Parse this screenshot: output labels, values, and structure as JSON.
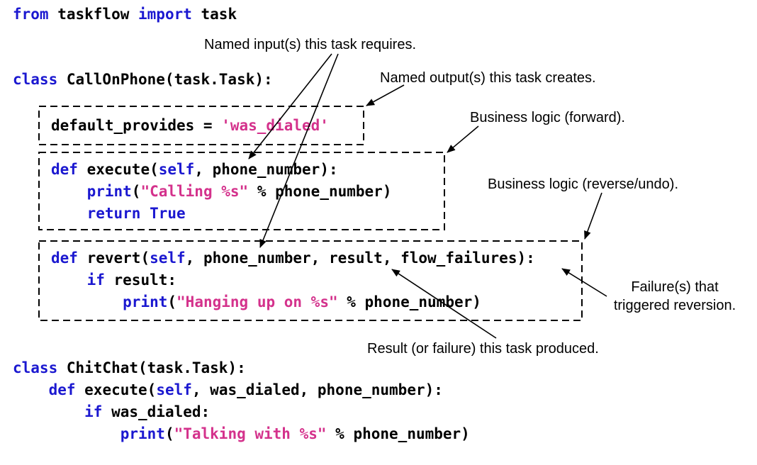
{
  "title": "Annotated taskflow task example",
  "colors": {
    "keyword": "#1b18d0",
    "string": "#d4328c",
    "text": "#000000",
    "arrow": "#000000"
  },
  "annotations": {
    "named_inputs": "Named input(s) this task requires.",
    "named_outputs": "Named output(s) this task creates.",
    "business_forward": "Business logic (forward).",
    "business_reverse": "Business logic (reverse/undo).",
    "failures": "Failure(s) that triggered reversion.",
    "result": "Result (or failure) this task produced."
  },
  "code_lines": [
    [
      {
        "t": "from",
        "c": "kw"
      },
      {
        "t": " taskflow ",
        "c": "pl"
      },
      {
        "t": "import",
        "c": "kw"
      },
      {
        "t": " task",
        "c": "pl"
      }
    ],
    [
      {
        "t": "class",
        "c": "kw"
      },
      {
        "t": " CallOnPhone(task.Task):",
        "c": "pl"
      }
    ],
    [
      {
        "t": "default_provides = ",
        "c": "pl"
      },
      {
        "t": "'was_dialed'",
        "c": "str"
      }
    ],
    [
      {
        "t": "def",
        "c": "kw"
      },
      {
        "t": " execute(",
        "c": "pl"
      },
      {
        "t": "self",
        "c": "kw"
      },
      {
        "t": ", phone_number):",
        "c": "pl"
      }
    ],
    [
      {
        "t": "    ",
        "c": "pl"
      },
      {
        "t": "print",
        "c": "kw"
      },
      {
        "t": "(",
        "c": "pl"
      },
      {
        "t": "\"Calling %s\"",
        "c": "str"
      },
      {
        "t": " % phone_number)",
        "c": "pl"
      }
    ],
    [
      {
        "t": "    ",
        "c": "pl"
      },
      {
        "t": "return",
        "c": "kw"
      },
      {
        "t": " ",
        "c": "pl"
      },
      {
        "t": "True",
        "c": "kw"
      }
    ],
    [
      {
        "t": "def",
        "c": "kw"
      },
      {
        "t": " revert(",
        "c": "pl"
      },
      {
        "t": "self",
        "c": "kw"
      },
      {
        "t": ", phone_number, result, flow_failures):",
        "c": "pl"
      }
    ],
    [
      {
        "t": "    ",
        "c": "pl"
      },
      {
        "t": "if",
        "c": "kw"
      },
      {
        "t": " result:",
        "c": "pl"
      }
    ],
    [
      {
        "t": "        ",
        "c": "pl"
      },
      {
        "t": "print",
        "c": "kw"
      },
      {
        "t": "(",
        "c": "pl"
      },
      {
        "t": "\"Hanging up on %s\"",
        "c": "str"
      },
      {
        "t": " % phone_number)",
        "c": "pl"
      }
    ],
    [
      {
        "t": "class",
        "c": "kw"
      },
      {
        "t": " ChitChat(task.Task):",
        "c": "pl"
      }
    ],
    [
      {
        "t": "    ",
        "c": "pl"
      },
      {
        "t": "def",
        "c": "kw"
      },
      {
        "t": " execute(",
        "c": "pl"
      },
      {
        "t": "self",
        "c": "kw"
      },
      {
        "t": ", was_dialed, phone_number):",
        "c": "pl"
      }
    ],
    [
      {
        "t": "        ",
        "c": "pl"
      },
      {
        "t": "if",
        "c": "kw"
      },
      {
        "t": " was_dialed:",
        "c": "pl"
      }
    ],
    [
      {
        "t": "            ",
        "c": "pl"
      },
      {
        "t": "print",
        "c": "kw"
      },
      {
        "t": "(",
        "c": "pl"
      },
      {
        "t": "\"Talking with %s\"",
        "c": "str"
      },
      {
        "t": " % phone_number)",
        "c": "pl"
      }
    ]
  ]
}
